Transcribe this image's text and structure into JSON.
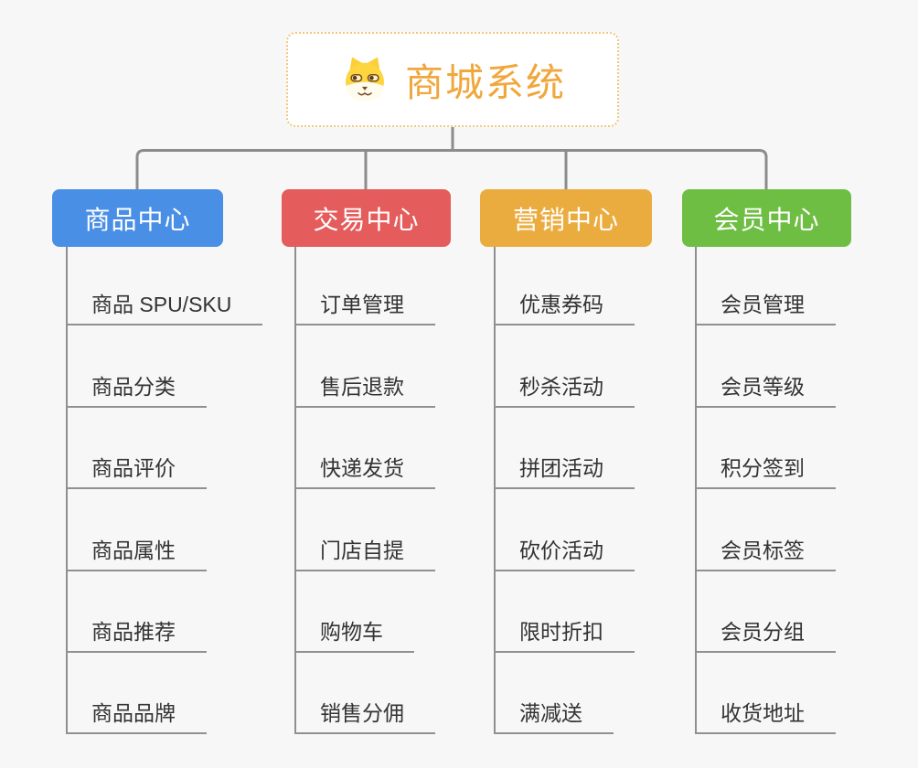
{
  "page": {
    "background_color": "#f7f7f7",
    "connector_color": "#8c8c8c",
    "child_line_color": "#909090",
    "child_text_color": "#333333"
  },
  "root": {
    "title": "商城系统",
    "icon": "shiba-dog-icon",
    "text_color": "#f0a73c",
    "border_color": "#f2c77e"
  },
  "branches": [
    {
      "label": "商品中心",
      "color": "#4a8fe6",
      "children": [
        "商品 SPU/SKU",
        "商品分类",
        "商品评价",
        "商品属性",
        "商品推荐",
        "商品品牌"
      ]
    },
    {
      "label": "交易中心",
      "color": "#e45c5c",
      "children": [
        "订单管理",
        "售后退款",
        "快递发货",
        "门店自提",
        "购物车",
        "销售分佣"
      ]
    },
    {
      "label": "营销中心",
      "color": "#ebac3f",
      "children": [
        "优惠券码",
        "秒杀活动",
        "拼团活动",
        "砍价活动",
        "限时折扣",
        "满减送"
      ]
    },
    {
      "label": "会员中心",
      "color": "#6fbe44",
      "children": [
        "会员管理",
        "会员等级",
        "积分签到",
        "会员标签",
        "会员分组",
        "收货地址"
      ]
    }
  ]
}
